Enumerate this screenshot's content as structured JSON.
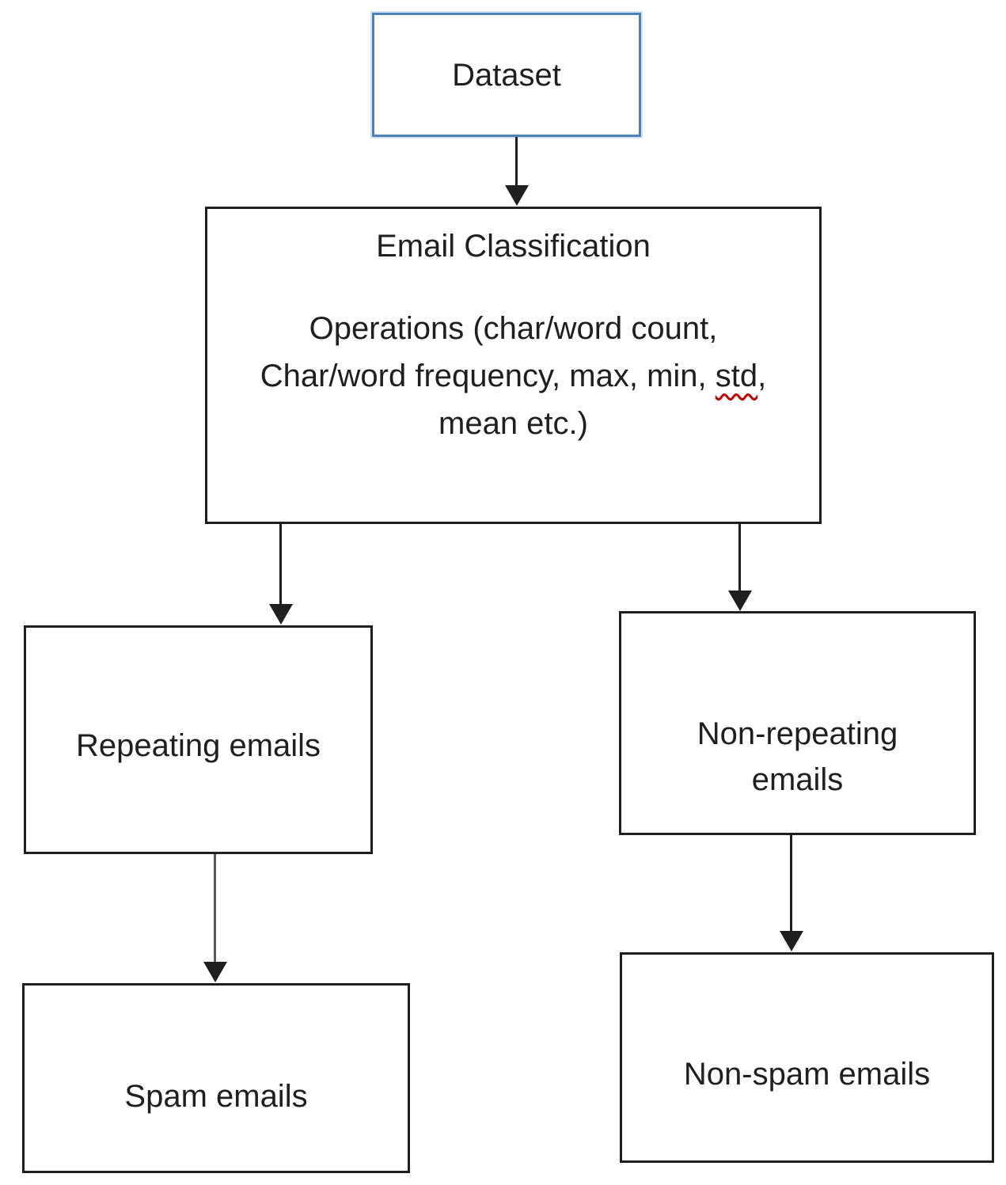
{
  "diagram": {
    "nodes": {
      "dataset": {
        "label": "Dataset"
      },
      "email_classification": {
        "title": "Email Classification",
        "body_line1": "Operations (char/word count,",
        "body_line2_prefix": "Char/word frequency, max, min,",
        "body_line2_misspelled": "std",
        "body_line2_suffix": ",",
        "body_line3": "mean etc.)"
      },
      "repeating": {
        "label": "Repeating emails"
      },
      "non_repeating": {
        "label_line1": "Non-repeating",
        "label_line2": "emails"
      },
      "spam": {
        "label": "Spam emails"
      },
      "non_spam": {
        "label": "Non-spam emails"
      }
    },
    "colors": {
      "dataset_border": "#4f81bd",
      "node_border": "#1f1f1f",
      "text": "#1f1f1f",
      "connector": "#1f1f1f",
      "connector_gray": "#595959",
      "spellcheck_underline": "#c00000"
    }
  }
}
